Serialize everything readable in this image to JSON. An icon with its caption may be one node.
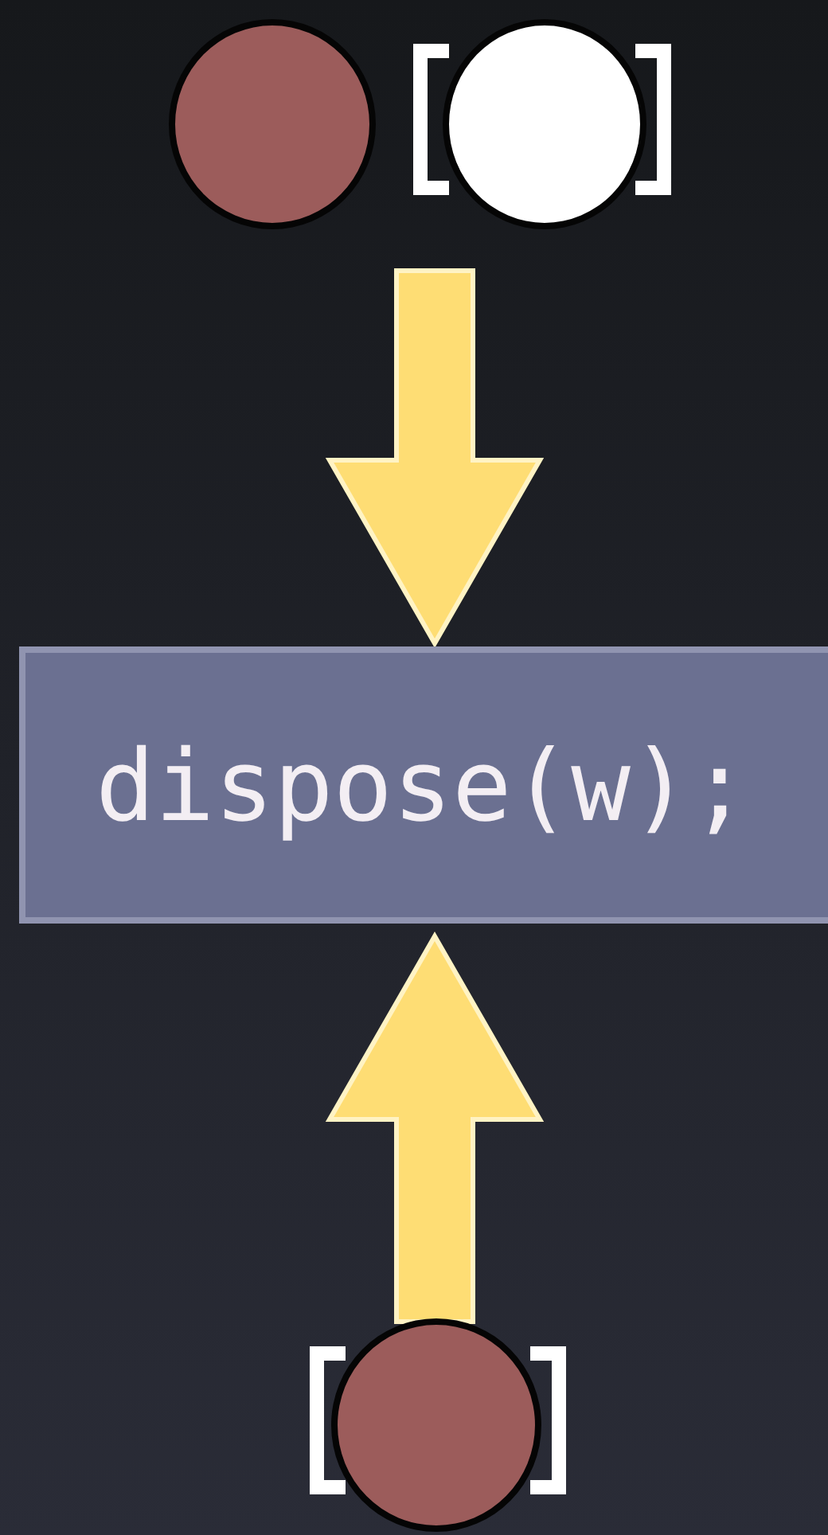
{
  "diagram": {
    "nodes": [
      {
        "text": [],
        "shape": "circle"
      },
      {
        "text": [],
        "shape": "circle"
      },
      {
        "text": [
          "dispose(w);"
        ]
      },
      {
        "text": [],
        "shape": "circle"
      }
    ],
    "edges": [
      {
        "from": 0,
        "to": 2,
        "arrow": "to"
      },
      {
        "from": 1,
        "to": 2,
        "arrow": "to"
      },
      {
        "from": 3,
        "to": 2,
        "arrow": "to"
      }
    ]
  }
}
